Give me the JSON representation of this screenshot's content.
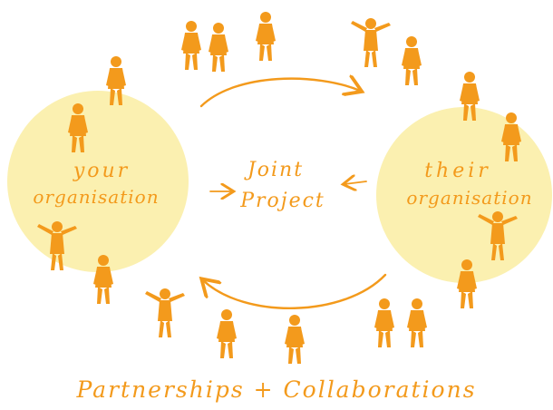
{
  "colors": {
    "ink": "#f39a1c",
    "circle_fill": "#fbf0b0",
    "background": "#ffffff"
  },
  "labels": {
    "your_line1": "your",
    "your_line2": "organisation",
    "joint_line1": "Joint",
    "joint_line2": "Project",
    "their_line1": "their",
    "their_line2": "organisation",
    "caption": "Partnerships + Collaborations"
  }
}
